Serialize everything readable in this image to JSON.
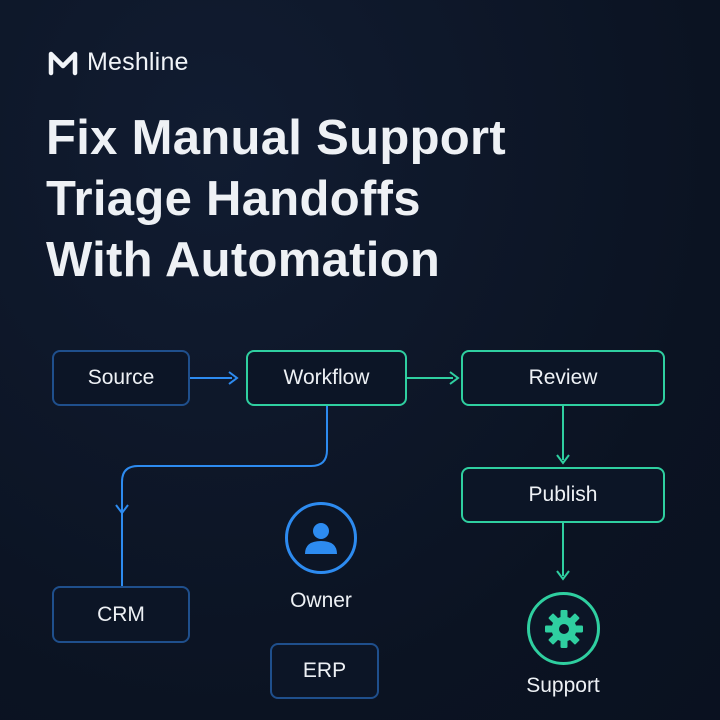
{
  "brand": {
    "name": "Meshline"
  },
  "headline": {
    "line1": "Fix Manual Support",
    "line2": "Triage Handoffs",
    "line3": "With Automation"
  },
  "diagram": {
    "nodes": {
      "source": "Source",
      "workflow": "Workflow",
      "review": "Review",
      "publish": "Publish",
      "crm": "CRM",
      "erp": "ERP",
      "owner": "Owner",
      "support": "Support"
    },
    "icons": {
      "owner": "user-icon",
      "support": "gear-icon"
    }
  },
  "colors": {
    "background": "#0c1526",
    "blue_accent": "#2d8bf0",
    "green_accent": "#2fcfa0",
    "blue_border": "#1f4f8c"
  }
}
